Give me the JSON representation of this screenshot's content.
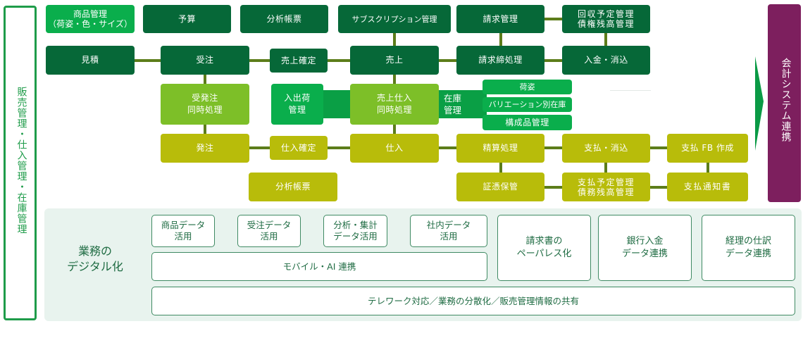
{
  "left_label": "販売管理・仕入管理・在庫管理",
  "right_label": "会計システム連携",
  "colors": {
    "dark_green": "#066838",
    "bright_green": "#0aae4c",
    "lime_green": "#7dbf28",
    "olive": "#b8bc0a",
    "connector": "#5c7d1a",
    "accounting_purple": "#7d1f5e",
    "panel_bg": "#e8f3ee"
  },
  "row1": {
    "product_mgmt": "商品管理\n（荷姿・色・サイズ）",
    "budget": "予算",
    "analysis_report": "分析帳票",
    "subscription": "サブスクリプション管理",
    "billing_mgmt": "請求管理",
    "collection": "回収予定管理\n債権残高管理"
  },
  "row2": {
    "estimate": "見積",
    "order_received": "受注",
    "sales_confirm": "売上確定",
    "sales": "売上",
    "billing_close": "請求締処理",
    "payment_receipt": "入金・消込"
  },
  "row3": {
    "order_simultaneous": "受発注\n同時処理",
    "shipping": "入出荷\n管理",
    "sales_purchase_simultaneous": "売上仕入\n同時処理",
    "inventory": "在庫\n管理",
    "inventory_items": [
      "荷姿",
      "バリエーション別在庫",
      "構成品管理"
    ]
  },
  "row4": {
    "purchase_order": "発注",
    "purchase_confirm": "仕入確定",
    "purchase": "仕入",
    "settlement": "精算処理",
    "payment_clear": "支払・消込",
    "payment_fb": "支払 FB 作成"
  },
  "row5": {
    "analysis_report": "分析帳票",
    "voucher_storage": "証憑保管",
    "payment_schedule": "支払予定管理\n債務残高管理",
    "payment_notice": "支払通知書"
  },
  "digital": {
    "title": "業務の\nデジタル化",
    "items": [
      "商品データ\n活用",
      "受注データ\n活用",
      "分析・集計\nデータ活用",
      "社内データ\n活用"
    ],
    "mobile_ai": "モバイル・AI 連携",
    "paperless": "請求書の\nペーパレス化",
    "bank": "銀行入金\nデータ連携",
    "accounting": "経理の仕訳\nデータ連携",
    "telework": "テレワーク対応／業務の分散化／販売管理情報の共有"
  }
}
